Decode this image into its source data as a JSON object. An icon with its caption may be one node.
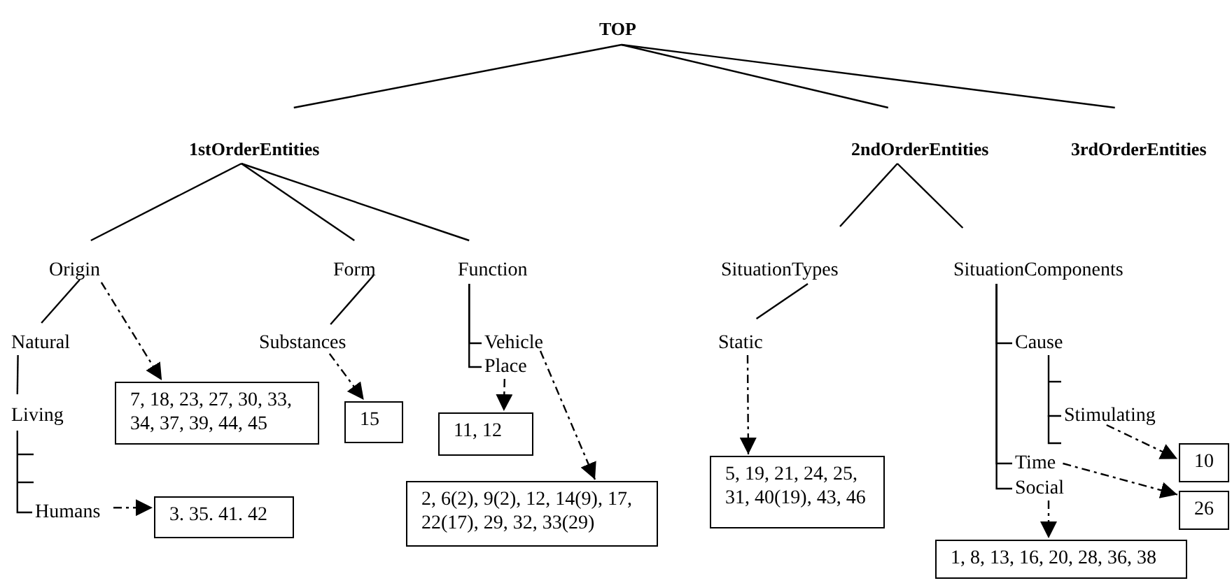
{
  "diagram": {
    "nodes": [
      {
        "text": [
          "TOP"
        ]
      },
      {
        "text": [
          "1stOrderEntities"
        ]
      },
      {
        "text": [
          "2ndOrderEntities"
        ]
      },
      {
        "text": [
          "3rdOrderEntities"
        ]
      },
      {
        "text": [
          "Origin"
        ]
      },
      {
        "text": [
          "Form"
        ]
      },
      {
        "text": [
          "Function"
        ]
      },
      {
        "text": [
          "SituationTypes"
        ]
      },
      {
        "text": [
          "SituationComponents"
        ]
      },
      {
        "text": [
          "Natural"
        ]
      },
      {
        "text": [
          "Living"
        ]
      },
      {
        "text": [
          "Humans"
        ]
      },
      {
        "text": [
          "7, 18, 23, 27, 30, 33, 34, 37, 39, 44, 45"
        ]
      },
      {
        "text": [
          "Substances"
        ]
      },
      {
        "text": [
          "15"
        ]
      },
      {
        "text": [
          "Vehicle"
        ]
      },
      {
        "text": [
          "Place"
        ]
      },
      {
        "text": [
          "11, 12"
        ]
      },
      {
        "text": [
          "2, 6(2), 9(2), 12, 14(9), 17, 22(17), 29, 32, 33(29)"
        ]
      },
      {
        "text": [
          "Static"
        ]
      },
      {
        "text": [
          "5, 19, 21, 24, 25, 31, 40(19), 43, 46"
        ]
      },
      {
        "text": [
          "Cause"
        ]
      },
      {
        "text": [
          "Time"
        ]
      },
      {
        "text": [
          "Social"
        ]
      },
      {
        "text": [
          "Stimulating"
        ]
      },
      {
        "text": [
          "10"
        ]
      },
      {
        "text": [
          "26"
        ]
      },
      {
        "text": [
          "1, 8, 13, 16, 20, 28, 36, 38"
        ]
      },
      {
        "text": [
          "3. 35. 41. 42"
        ]
      }
    ],
    "edges": [
      {
        "from": 0,
        "to": 1,
        "arrow": "none"
      },
      {
        "from": 0,
        "to": 2,
        "arrow": "none"
      },
      {
        "from": 0,
        "to": 3,
        "arrow": "none"
      },
      {
        "from": 1,
        "to": 4,
        "arrow": "none"
      },
      {
        "from": 1,
        "to": 5,
        "arrow": "none"
      },
      {
        "from": 1,
        "to": 6,
        "arrow": "none"
      },
      {
        "from": 2,
        "to": 7,
        "arrow": "none"
      },
      {
        "from": 2,
        "to": 8,
        "arrow": "none"
      },
      {
        "from": 4,
        "to": 9,
        "arrow": "none"
      },
      {
        "from": 5,
        "to": 13,
        "arrow": "none"
      },
      {
        "from": 7,
        "to": 19,
        "arrow": "none"
      },
      {
        "from": 9,
        "to": 10,
        "arrow": "none"
      },
      {
        "from": 10,
        "to": 11,
        "arrow": "none"
      },
      {
        "from": 6,
        "to": 15,
        "arrow": "none"
      },
      {
        "from": 6,
        "to": 16,
        "arrow": "none"
      },
      {
        "from": 8,
        "to": 21,
        "arrow": "none"
      },
      {
        "from": 8,
        "to": 22,
        "arrow": "none"
      },
      {
        "from": 8,
        "to": 23,
        "arrow": "none"
      },
      {
        "from": 21,
        "to": 24,
        "arrow": "none"
      },
      {
        "from": 4,
        "to": 12,
        "arrow": "to",
        "style": "dashed"
      },
      {
        "from": 13,
        "to": 14,
        "arrow": "to",
        "style": "dashed"
      },
      {
        "from": 16,
        "to": 17,
        "arrow": "to",
        "style": "dashed"
      },
      {
        "from": 15,
        "to": 18,
        "arrow": "to",
        "style": "dashed"
      },
      {
        "from": 19,
        "to": 20,
        "arrow": "to",
        "style": "dashed"
      },
      {
        "from": 24,
        "to": 25,
        "arrow": "to",
        "style": "dashed"
      },
      {
        "from": 22,
        "to": 26,
        "arrow": "to",
        "style": "dashed"
      },
      {
        "from": 23,
        "to": 27,
        "arrow": "to",
        "style": "dashed"
      },
      {
        "from": 11,
        "to": 28,
        "arrow": "to",
        "style": "dashed"
      }
    ]
  }
}
